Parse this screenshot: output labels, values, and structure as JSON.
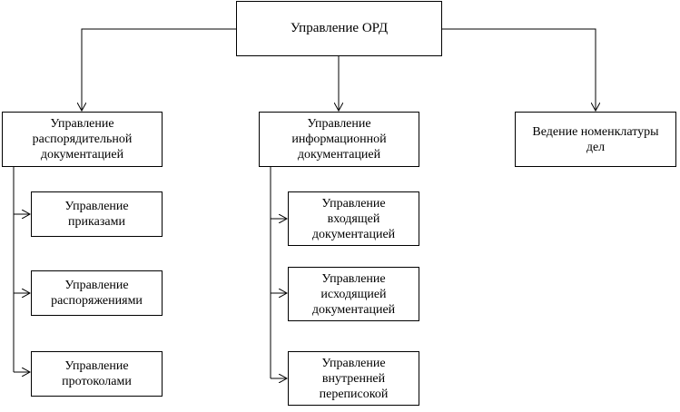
{
  "diagram": {
    "root": {
      "label": "Управление ОРД"
    },
    "branches": [
      {
        "label": "Управление\nраспорядительной\nдокументацией",
        "children": [
          {
            "label": "Управление\nприказами"
          },
          {
            "label": "Управление\nраспоряжениями"
          },
          {
            "label": "Управление\nпротоколами"
          }
        ]
      },
      {
        "label": "Управление\nинформационной\nдокументацией",
        "children": [
          {
            "label": "Управление\nвходящей\nдокументацией"
          },
          {
            "label": "Управление\nисходящией\nдокументацией"
          },
          {
            "label": "Управление\nвнутренней\nпереписокой"
          }
        ]
      },
      {
        "label": "Ведение номенклатуры\nдел",
        "children": []
      }
    ]
  }
}
